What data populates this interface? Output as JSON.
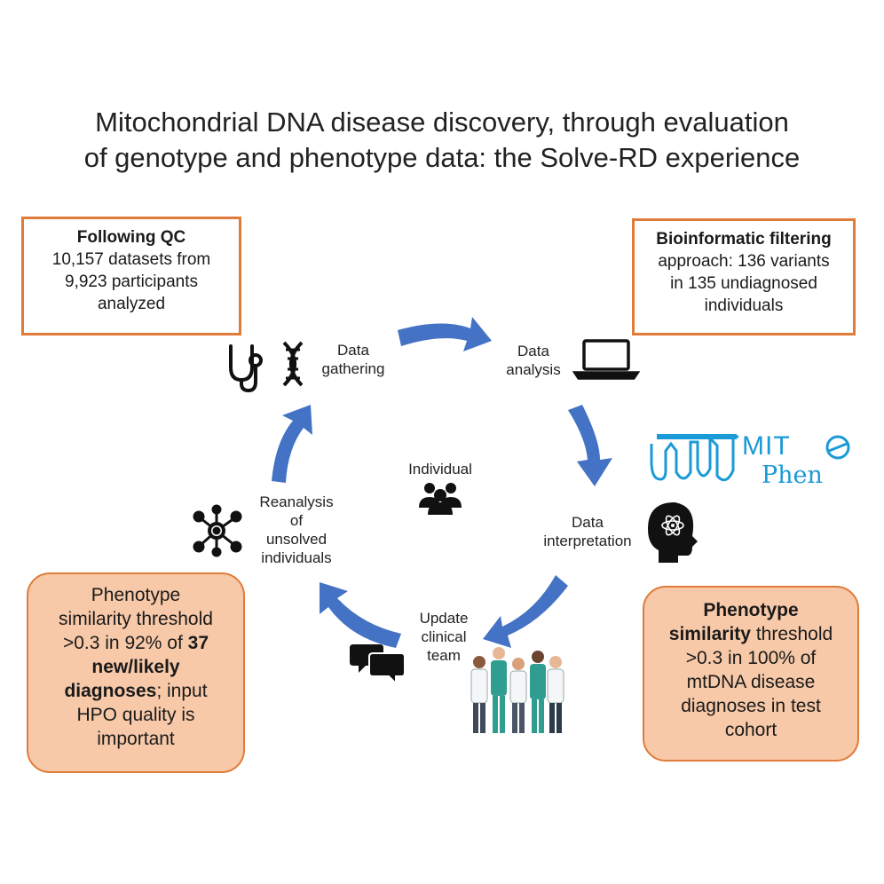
{
  "title": {
    "line1": "Mitochondrial DNA disease discovery, through evaluation",
    "line2": "of genotype and phenotype data: the Solve-RD experience"
  },
  "box_qc": {
    "heading": "Following QC",
    "line1": "10,157 datasets from",
    "line2": "9,923 participants",
    "line3": "analyzed"
  },
  "box_bioinfo": {
    "heading": "Bioinformatic filtering",
    "line1": "approach: 136 variants",
    "line2": "in 135 undiagnosed",
    "line3": "individuals"
  },
  "box_left_result": {
    "line1": "Phenotype",
    "line2": "similarity threshold",
    "line3": ">0.3 in 92% of ",
    "line3_bold": "37",
    "line4_bold": "new/likely",
    "line5_bold": "diagnoses",
    "line5": "; input",
    "line6": "HPO quality is",
    "line7": "important"
  },
  "box_right_result": {
    "line1_bold": "Phenotype",
    "line2_bold": "similarity",
    "line2": " threshold",
    "line3": ">0.3 in 100% of",
    "line4": "mtDNA disease",
    "line5": "diagnoses in test",
    "line6": "cohort"
  },
  "cycle": {
    "gathering": [
      "Data",
      "gathering"
    ],
    "analysis": [
      "Data",
      "analysis"
    ],
    "interpretation": [
      "Data",
      "interpretation"
    ],
    "update": [
      "Update",
      "clinical",
      "team"
    ],
    "reanalysis": [
      "Reanalysis",
      "of",
      "unsolved",
      "individuals"
    ],
    "center": "Individual"
  },
  "logo": {
    "mito": "MIT",
    "phen": "Phen"
  },
  "colors": {
    "arrow": "#4472c4",
    "box_border": "#e07b39",
    "box_fill": "#f7c9a8",
    "logo": "#1a9ad6"
  },
  "icons": [
    "stethoscope-icon",
    "dna-icon",
    "laptop-icon",
    "brain-atom-icon",
    "chat-bubbles-icon",
    "network-icon",
    "people-group-icon",
    "clinical-team-illustration"
  ]
}
